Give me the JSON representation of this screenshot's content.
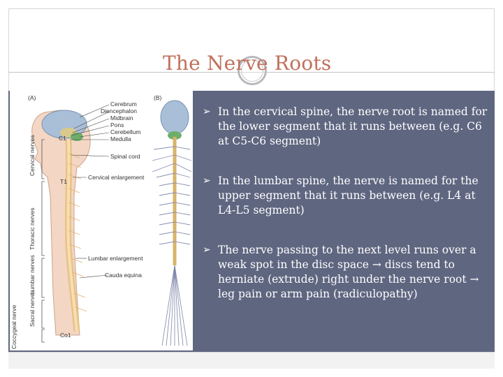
{
  "slide": {
    "title": "The Nerve Roots"
  },
  "figure": {
    "panel_a_label": "(A)",
    "panel_b_label": "(B)",
    "labels": {
      "cerebrum": "Cerebrum",
      "diencephalon": "Diencephalon",
      "midbrain": "Midbrain",
      "pons": "Pons",
      "cerebellum": "Cerebellum",
      "medulla": "Medulla",
      "spinal_cord": "Spinal cord",
      "cervical_enlargement": "Cervical enlargement",
      "lumbar_enlargement": "Lumbar enlargement",
      "cauda_equina": "Cauda equina",
      "c1": "C1",
      "t1": "T1",
      "co1": "Co1"
    },
    "regions": {
      "cervical": "Cervical nerves",
      "thoracic": "Thoracic nerves",
      "lumbar": "Lumbar nerves",
      "sacral": "Sacral nerves",
      "coccygeal": "Coccygeal nerve"
    }
  },
  "bullets": [
    {
      "marker": "➢",
      "text": "In the cervical spine, the nerve root is named for the lower segment that it runs between (e.g. C6 at C5-C6 segment)"
    },
    {
      "marker": "➢",
      "text": "In the lumbar spine, the nerve is named for the upper segment that it runs between (e.g. L4 at L4-L5 segment)"
    },
    {
      "marker": "➢",
      "text": "The nerve passing to the next level runs over a weak spot in the disc space → discs tend to herniate (extrude) right under the nerve root → leg pain or arm pain (radiculopathy)"
    }
  ],
  "colors": {
    "title": "#c0705a",
    "panel": "#5f6680",
    "text": "#ffffff"
  }
}
